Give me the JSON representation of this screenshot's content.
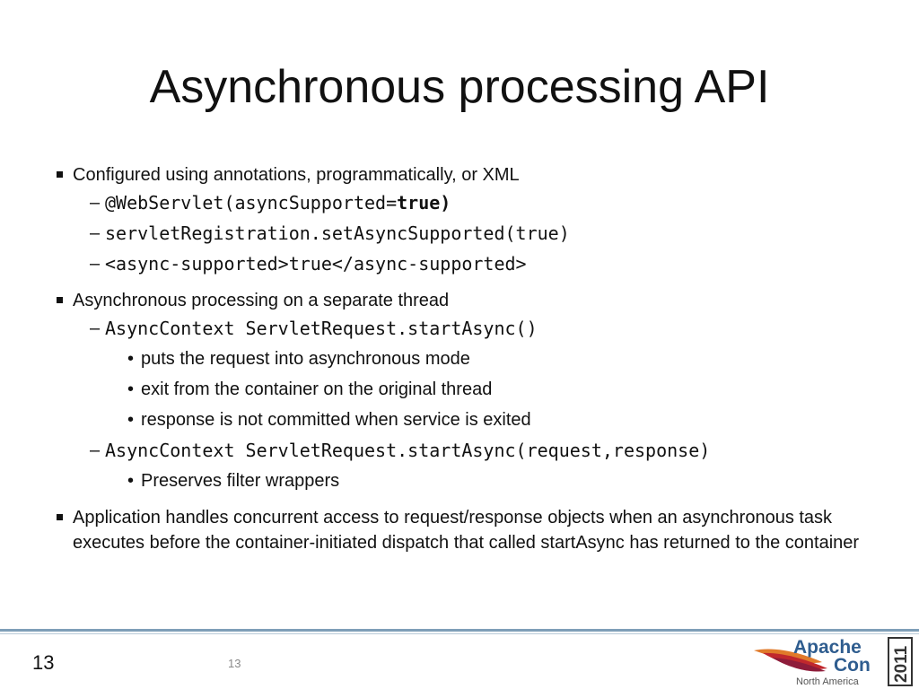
{
  "slide": {
    "title": "Asynchronous processing API",
    "page_number": "13",
    "footer_page_number": "13"
  },
  "bullets": [
    {
      "text": "Configured using annotations, programmatically, or XML",
      "sub": [
        {
          "code_prefix": "@WebServlet(asyncSupported=",
          "code_bold": "true)"
        },
        {
          "code": "servletRegistration.setAsyncSupported(true)"
        },
        {
          "code": "<async-supported>true</async-supported>"
        }
      ]
    },
    {
      "text": "Asynchronous processing on a separate thread",
      "sub": [
        {
          "code": "AsyncContext ServletRequest.startAsync()",
          "items": [
            "puts the request into asynchronous mode",
            "exit from the container on the original thread",
            "response is not  committed when service is exited"
          ]
        },
        {
          "code": "AsyncContext ServletRequest.startAsync(request,response)",
          "items": [
            "Preserves filter wrappers"
          ]
        }
      ]
    },
    {
      "text": "Application handles concurrent access to request/response objects when an asynchronous task executes before the container-initiated dispatch that called startAsync has returned to the container"
    }
  ],
  "logo": {
    "word1": "Apache",
    "word2": "Con",
    "region": "North America",
    "year": "2011",
    "colors": {
      "blue": "#2f5d8f",
      "feather_red": "#c0272d",
      "feather_orange": "#e07a2a"
    }
  }
}
